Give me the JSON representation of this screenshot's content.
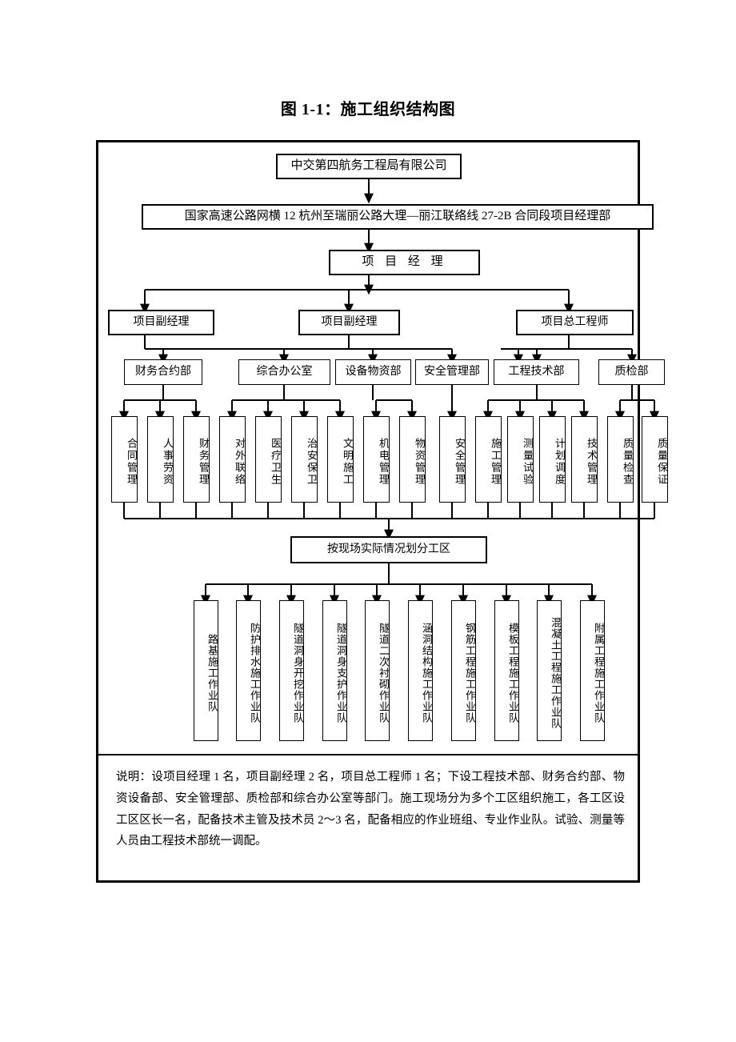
{
  "chart_title": "图 1-1：施工组织结构图",
  "nodes": {
    "company": "中交第四航务工程局有限公司",
    "project_dept": "国家高速公路网横 12 杭州至瑞丽公路大理—丽江联络线 27-2B 合同段项目经理部",
    "project_manager": "项 目 经 理",
    "deputy_manager_1": "项目副经理",
    "deputy_manager_2": "项目副经理",
    "chief_engineer": "项目总工程师",
    "work_zone": "按现场实际情况划分工区"
  },
  "departments": [
    {
      "label": "财务合约部"
    },
    {
      "label": "综合办公室"
    },
    {
      "label": "设备物资部"
    },
    {
      "label": "安全管理部"
    },
    {
      "label": "工程技术部"
    },
    {
      "label": "质检部"
    }
  ],
  "functions": [
    {
      "label": "合同管理"
    },
    {
      "label": "人事劳资"
    },
    {
      "label": "财务管理"
    },
    {
      "label": "对外联络"
    },
    {
      "label": "医疗卫生"
    },
    {
      "label": "治安保卫"
    },
    {
      "label": "文明施工"
    },
    {
      "label": "机电管理"
    },
    {
      "label": "物资管理"
    },
    {
      "label": "安全管理"
    },
    {
      "label": "施工管理"
    },
    {
      "label": "测量试验"
    },
    {
      "label": "计划调度"
    },
    {
      "label": "技术管理"
    },
    {
      "label": "质量检查"
    },
    {
      "label": "质量保证"
    }
  ],
  "work_teams": [
    {
      "label": "路基施工作业队"
    },
    {
      "label": "防护排水施工作业队"
    },
    {
      "label": "隧道洞身开挖作业队"
    },
    {
      "label": "隧道洞身支护作业队"
    },
    {
      "label": "隧道二次衬砌作业队"
    },
    {
      "label": "涵洞结构施工作业队"
    },
    {
      "label": "钢筋工程施工作业队"
    },
    {
      "label": "模板工程施工作业队"
    },
    {
      "label": "混凝土工程施工作业队"
    },
    {
      "label": "附属工程施工作业队"
    }
  ],
  "note": "说明：设项目经理 1 名，项目副经理 2 名，项目总工程师 1 名；下设工程技术部、财务合约部、物资设备部、安全管理部、质检部和综合办公室等部门。施工现场分为多个工区组织施工，各工区设工区区长一名，配备技术主管及技术员 2～3 名，配备相应的作业班组、专业作业队。试验、测量等人员由工程技术部统一调配。",
  "colors": {
    "line": "#000000",
    "box_border": "#000000",
    "background": "#ffffff"
  }
}
